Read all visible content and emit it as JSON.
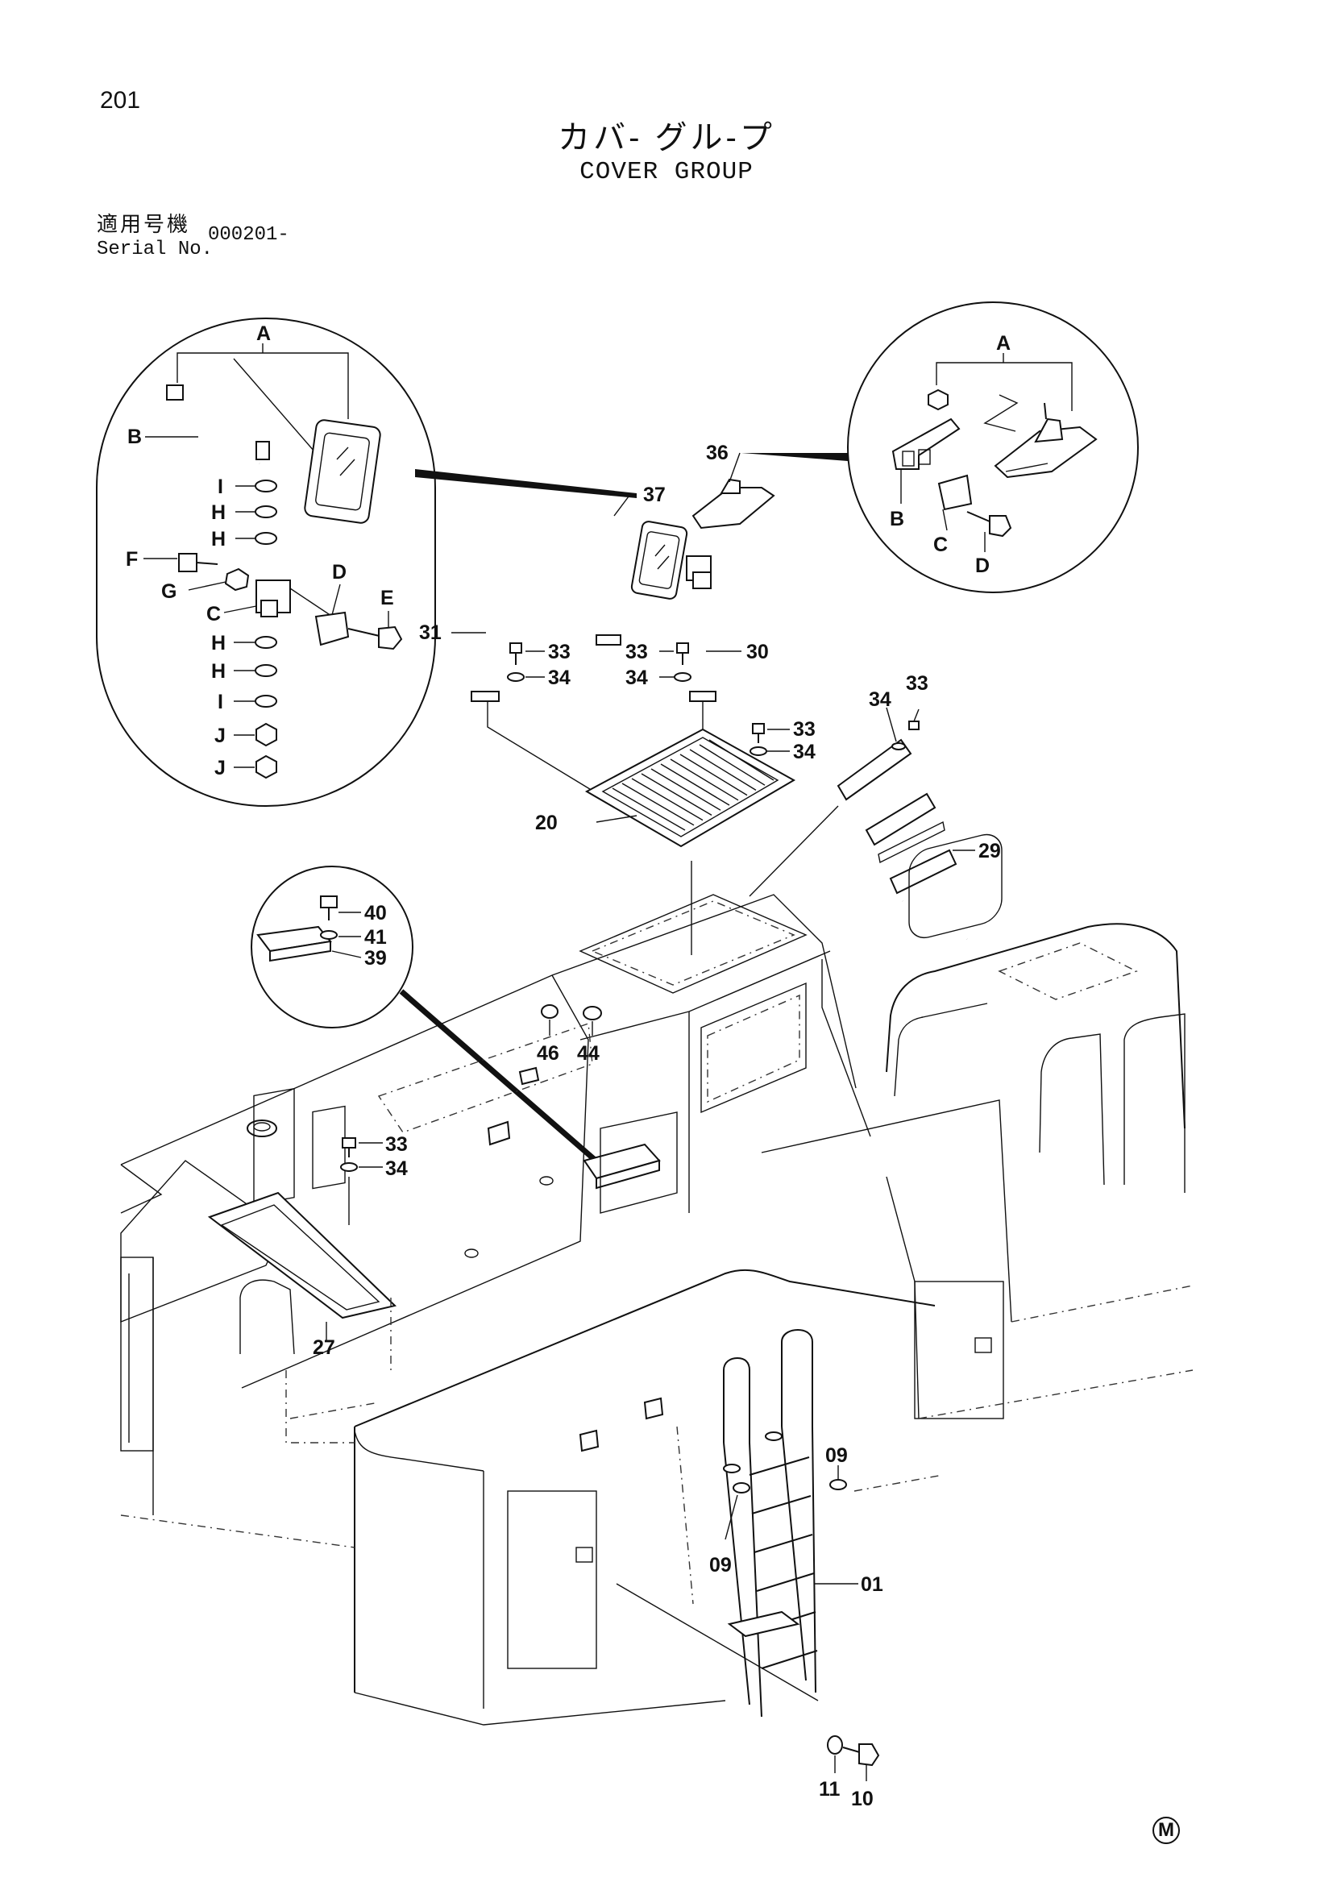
{
  "page": {
    "number": "201",
    "title_jp": "カバ- グル-プ",
    "title_en": "COVER GROUP",
    "serial_label_jp": "適用号機",
    "serial_label_en": "Serial No.",
    "serial_value": "000201-",
    "corner_mark": "M"
  },
  "callouts": {
    "A_left": "A",
    "B_left": "B",
    "I_1": "I",
    "H_1": "H",
    "H_2": "H",
    "F": "F",
    "G": "G",
    "C_left": "C",
    "D_left": "D",
    "E": "E",
    "H_3": "H",
    "H_4": "H",
    "I_2": "I",
    "J_1": "J",
    "J_2": "J",
    "A_right": "A",
    "B_right": "B",
    "C_right": "C",
    "D_right": "D",
    "p36": "36",
    "p37": "37",
    "p31": "31",
    "p33_a": "33",
    "p34_a": "34",
    "p33_b": "33",
    "p34_b": "34",
    "p30": "30",
    "p33_c": "33",
    "p34_c": "34",
    "p34_d": "34",
    "p33_d": "33",
    "p20": "20",
    "p29": "29",
    "p40": "40",
    "p41": "41",
    "p39": "39",
    "p46": "46",
    "p44": "44",
    "p33_e": "33",
    "p34_e": "34",
    "p27": "27",
    "p09_a": "09",
    "p09_b": "09",
    "p01": "01",
    "p11": "11",
    "p10": "10"
  }
}
